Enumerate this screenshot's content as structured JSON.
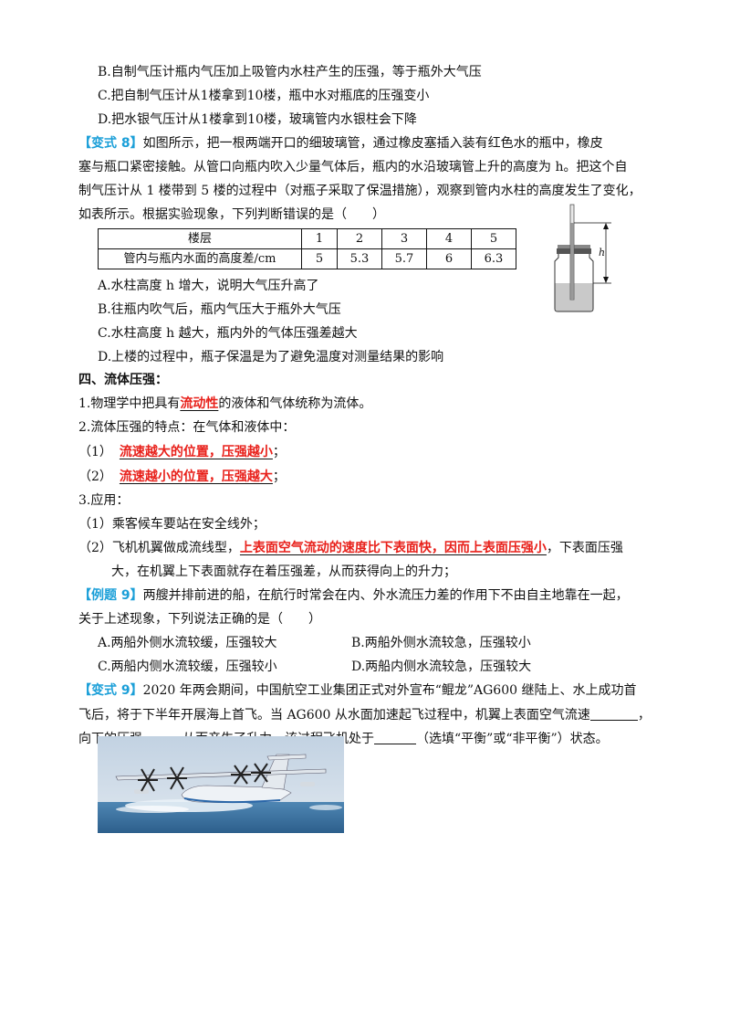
{
  "top_options": {
    "b": "B.自制气压计瓶内气压加上吸管内水柱产生的压强，等于瓶外大气压",
    "c": "C.把自制气压计从1楼拿到10楼，瓶中水对瓶底的压强变小",
    "d": "D.把水银气压计从1楼拿到10楼，玻璃管内水银柱会下降"
  },
  "variant8": {
    "tag": "【变式 8】",
    "text1": "如图所示，把一根两端开口的细玻璃管，通过橡皮塞插入装有红色水的瓶中，橡皮",
    "text2": "塞与瓶口紧密接触。从管口向瓶内吹入少量气体后，瓶内的水沿玻璃管上升的高度为 h。把这个自",
    "text3": "制气压计从 1 楼带到 5 楼的过程中（对瓶子采取了保温措施），观察到管内水柱的高度发生了变化，",
    "text4": "如表所示。根据实验现象，下列判断错误的是（　　）",
    "table": {
      "row1_header": "楼层",
      "row1": [
        "1",
        "2",
        "3",
        "4",
        "5"
      ],
      "row2_header": "管内与瓶内水面的高度差/cm",
      "row2": [
        "5",
        "5.3",
        "5.7",
        "6",
        "6.3"
      ]
    },
    "figure_label": "h",
    "options": {
      "a": "A.水柱高度 h 增大，说明大气压升高了",
      "b": "B.往瓶内吹气后，瓶内气压大于瓶外大气压",
      "c": "C.水柱高度 h 越大，瓶内外的气体压强差越大",
      "d": "D.上楼的过程中，瓶子保温是为了避免温度对测量结果的影响"
    }
  },
  "section4": {
    "heading": "四、流体压强：",
    "p1_pre": "1.物理学中把具有",
    "p1_ans": "流动性",
    "p1_post": "的液体和气体统称为流体。",
    "p2": "2.流体压强的特点：在气体和液体中：",
    "p2_1_pre": "（1）",
    "p2_1_ans": "流速越大的位置，压强越小",
    "p2_1_post": "；",
    "p2_2_pre": "（2）",
    "p2_2_ans": "流速越小的位置，压强越大",
    "p2_2_post": "；",
    "p3": "3.应用：",
    "p3_1": "（1）乘客候车要站在安全线外；",
    "p3_2_pre": "（2）飞机机翼做成流线型，",
    "p3_2_ans": "上表面空气流动的速度比下表面快，因而上表面压强小",
    "p3_2_post": "，下表面压强",
    "p3_2_cont": "大，在机翼上下表面就存在着压强差，从而获得向上的升力；"
  },
  "example9": {
    "tag": "【例题 9】",
    "text1": "两艘并排前进的船，在航行时常会在内、外水流压力差的作用下不由自主地靠在一起，",
    "text2": "关于上述现象，下列说法正确的是（　　）",
    "options": {
      "a": "A.两船外侧水流较缓，压强较大",
      "b": "B.两船外侧水流较急，压强较小",
      "c": "C.两船内侧水流较缓，压强较小",
      "d": "D.两船内侧水流较急，压强较大"
    }
  },
  "variant9": {
    "tag": "【变式 9】",
    "text1": "2020 年两会期间，中国航空工业集团正式对外宣布“鲲龙”AG600 继陆上、水上成功首",
    "text2": "飞后，将于下半年开展海上首飞。当 AG600 从水面加速起飞过程中，机翼上表面空气流速",
    "text2_end": "，",
    "text3_pre": "向下的压强",
    "text3_mid": "从而产生了升力，该过程飞机处于",
    "text3_post": "（选填“平衡”或“非平衡”）状态。"
  },
  "colors": {
    "tag": "#1b9fd8",
    "answer": "#e8201a"
  }
}
